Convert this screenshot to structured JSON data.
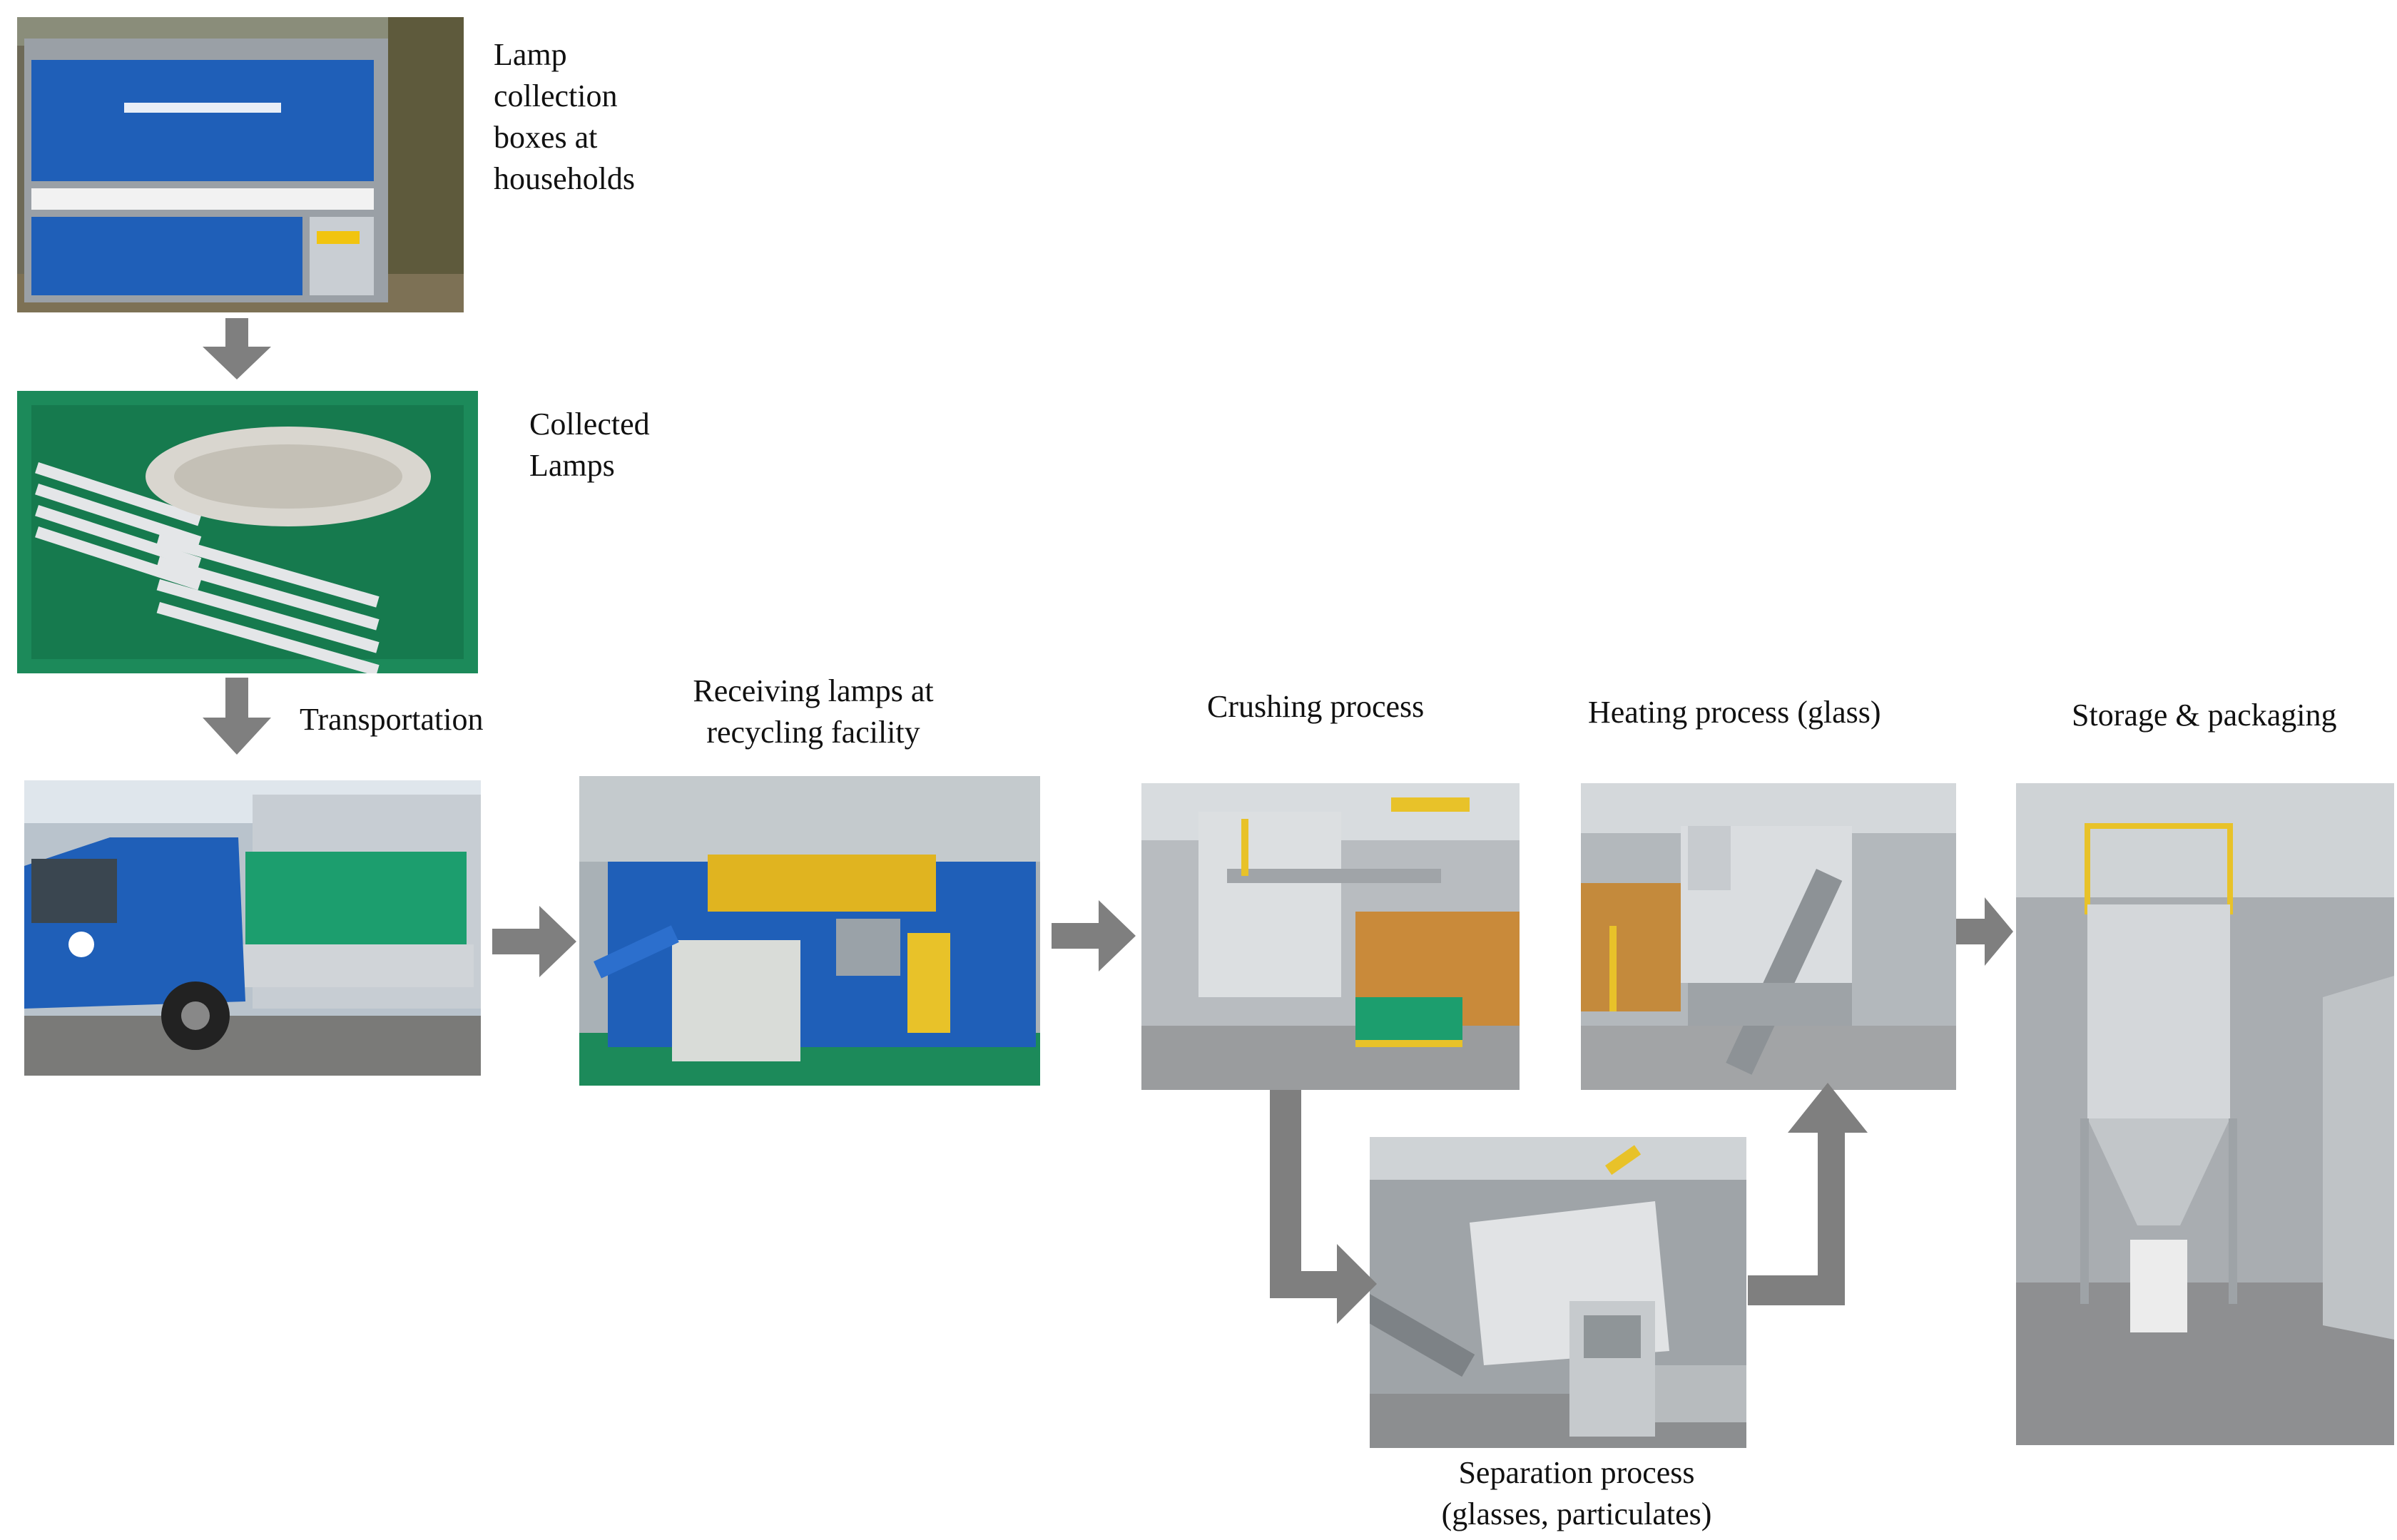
{
  "colors": {
    "arrow": "#7f7f7f",
    "text": "#111111",
    "blue_equipment": "#1f5fb8",
    "green_crate": "#1c8a5a",
    "steel": "#bfc4c8"
  },
  "steps": {
    "collection_boxes": {
      "label_lines": [
        "Lamp",
        "collection",
        "boxes at",
        "households"
      ]
    },
    "collected_lamps": {
      "label_lines": [
        "Collected",
        "Lamps"
      ]
    },
    "transportation": {
      "label": "Transportation"
    },
    "receiving": {
      "label_lines": [
        "Receiving lamps at",
        "recycling facility"
      ]
    },
    "crushing": {
      "label": "Crushing process"
    },
    "heating": {
      "label": "Heating process (glass)"
    },
    "storage": {
      "label": "Storage & packaging"
    },
    "separation": {
      "label_lines": [
        "Separation process",
        "(glasses, particulates)"
      ]
    }
  },
  "photos": {
    "collection_boxes": "lamp-collection-box-photo",
    "collected_lamps": "collected-lamps-crate-photo",
    "transportation": "blue-truck-photo",
    "receiving": "receiving-facility-photo",
    "crushing": "crushing-machine-photo",
    "heating": "heating-machine-photo",
    "separation": "separation-machine-photo",
    "storage": "storage-silo-photo"
  }
}
